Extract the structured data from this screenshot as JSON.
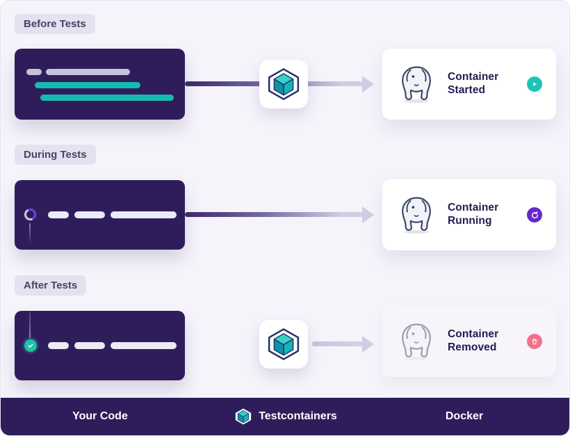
{
  "sections": [
    {
      "badge": "Before Tests",
      "card_line1": "Container",
      "card_line2": "Started",
      "status": "started"
    },
    {
      "badge": "During Tests",
      "card_line1": "Container",
      "card_line2": "Running",
      "status": "running"
    },
    {
      "badge": "After Tests",
      "card_line1": "Container",
      "card_line2": "Removed",
      "status": "removed"
    }
  ],
  "footer": {
    "your_code": "Your Code",
    "testcontainers": "Testcontainers",
    "docker": "Docker"
  },
  "colors": {
    "background": "#F5F4FB",
    "dark_purple": "#2F1D5B",
    "teal": "#16BCAE",
    "badge_bg": "#E4E2EF",
    "status_started": "#1FC4B4",
    "status_running": "#6429C8",
    "status_removed": "#F3718C",
    "arrow_light": "#CFCCE3"
  },
  "icons": {
    "testcontainers": "cube-icon",
    "database": "postgres-elephant-icon",
    "started": "play-icon",
    "running": "refresh-icon",
    "removed": "trash-icon",
    "done": "check-icon",
    "in_progress": "spinner-icon"
  }
}
